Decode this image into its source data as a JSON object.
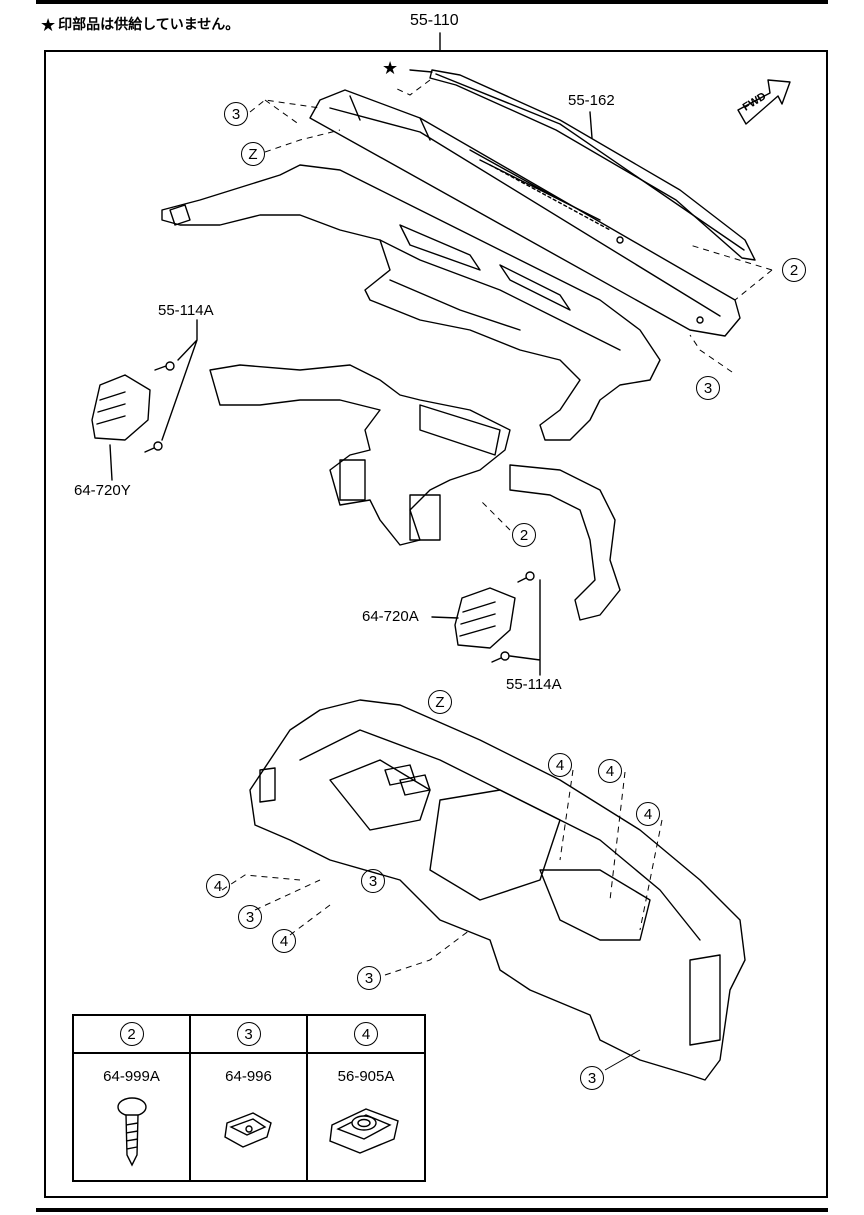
{
  "header": {
    "note_star": "★",
    "note_text": "印部品は供給していません。",
    "assembly_part": "55-110"
  },
  "callouts": {
    "defroster_seal": "55-162",
    "screw_upper": "55-114A",
    "vent_left": "64-720Y",
    "vent_center": "64-720A",
    "screw_lower": "55-114A",
    "star": "★",
    "fwd": "FWD"
  },
  "circle_refs": {
    "three": "3",
    "two": "2",
    "four": "4",
    "z": "Z"
  },
  "legend": {
    "columns": [
      {
        "ref": "2",
        "part": "64-999A",
        "icon": "screw-icon"
      },
      {
        "ref": "3",
        "part": "64-996",
        "icon": "clip-icon"
      },
      {
        "ref": "4",
        "part": "56-905A",
        "icon": "nut-clip-icon"
      }
    ]
  }
}
